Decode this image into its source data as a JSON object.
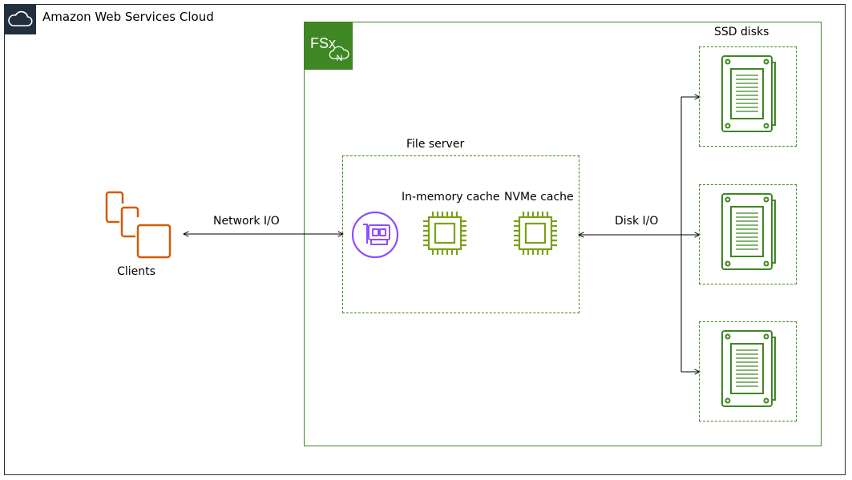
{
  "cloud": {
    "title": "Amazon Web Services Cloud"
  },
  "clients": {
    "label": "Clients"
  },
  "links": {
    "network": "Network I/O",
    "disk": "Disk I/O"
  },
  "file_server": {
    "title": "File server",
    "in_memory_label": "In-memory cache",
    "nvme_label": "NVMe cache"
  },
  "ssd": {
    "title": "SSD disks"
  },
  "colors": {
    "dark": "#232f3e",
    "green": "#3f8624",
    "chip_green": "#7aa116",
    "orange": "#d45b07",
    "purple": "#8c4fff"
  },
  "icons": [
    "cloud-icon",
    "fsx-netapp-icon",
    "clients-icon",
    "network-adapter-icon",
    "chip-icon",
    "disk-icon"
  ]
}
